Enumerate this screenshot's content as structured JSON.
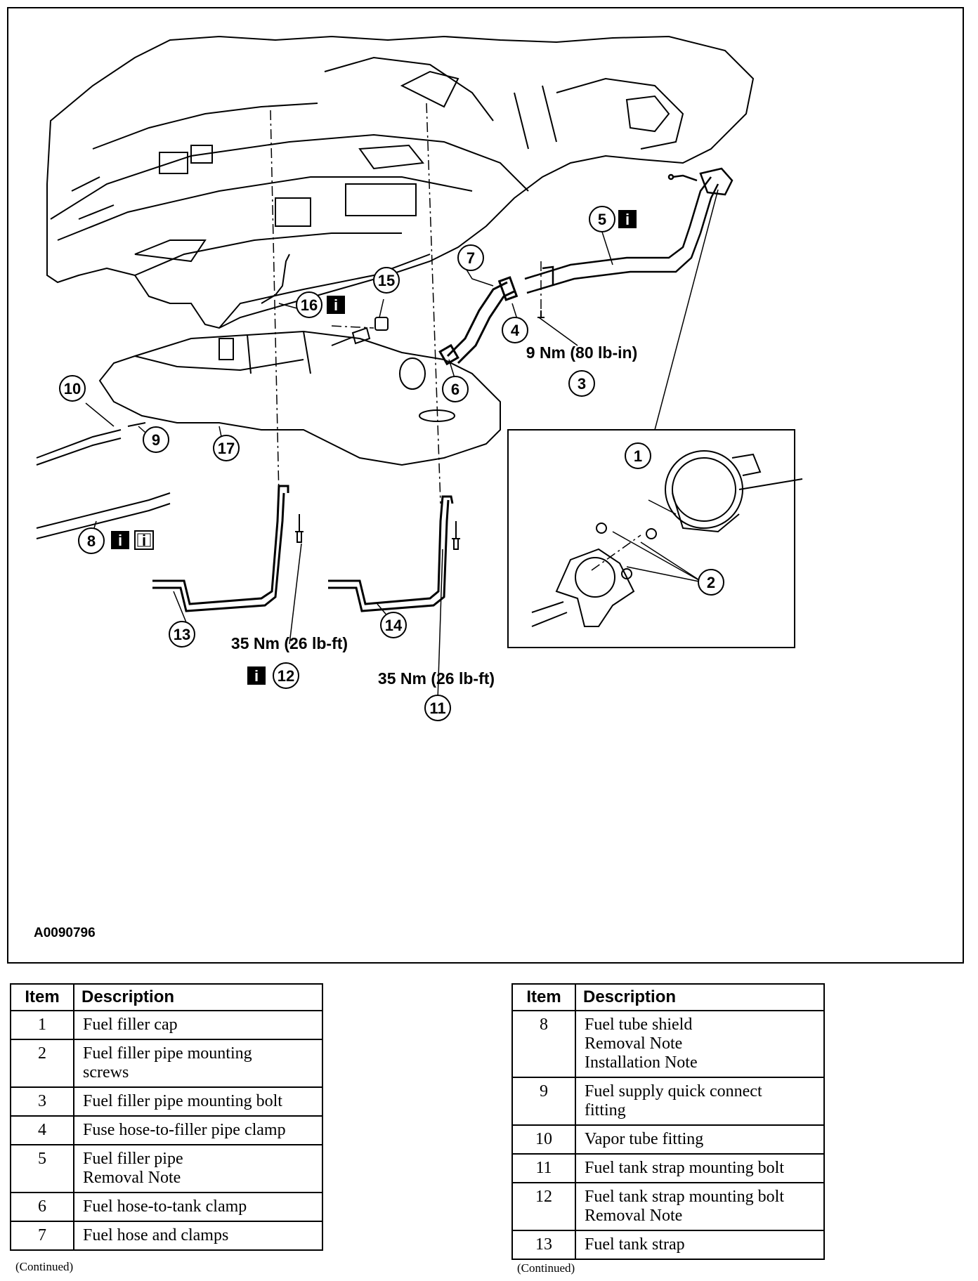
{
  "figure_id": "A0090796",
  "callouts": [
    "1",
    "2",
    "3",
    "4",
    "5",
    "6",
    "7",
    "8",
    "9",
    "10",
    "11",
    "12",
    "13",
    "14",
    "15",
    "16",
    "17"
  ],
  "torque_specs": {
    "bolt_3": "9 Nm (80 lb-in)",
    "bolt_12": "35 Nm (26 lb-ft)",
    "bolt_11": "35 Nm (26 lb-ft)"
  },
  "info_icon": "i",
  "table_left": {
    "headers": [
      "Item",
      "Description"
    ],
    "rows": [
      {
        "item": "1",
        "lines": [
          "Fuel filler cap"
        ]
      },
      {
        "item": "2",
        "lines": [
          "Fuel filler pipe mounting",
          "screws"
        ]
      },
      {
        "item": "3",
        "lines": [
          "Fuel filler pipe mounting bolt"
        ]
      },
      {
        "item": "4",
        "lines": [
          "Fuse hose-to-filler pipe clamp"
        ]
      },
      {
        "item": "5",
        "lines": [
          "Fuel filler pipe",
          "Removal Note"
        ]
      },
      {
        "item": "6",
        "lines": [
          "Fuel hose-to-tank clamp"
        ]
      },
      {
        "item": "7",
        "lines": [
          "Fuel hose and clamps"
        ]
      }
    ],
    "continued": "(Continued)"
  },
  "table_right": {
    "headers": [
      "Item",
      "Description"
    ],
    "rows": [
      {
        "item": "8",
        "lines": [
          "Fuel tube shield",
          "Removal Note",
          "Installation Note"
        ]
      },
      {
        "item": "9",
        "lines": [
          "Fuel supply quick connect",
          "fitting"
        ]
      },
      {
        "item": "10",
        "lines": [
          "Vapor tube fitting"
        ]
      },
      {
        "item": "11",
        "lines": [
          "Fuel tank strap mounting bolt"
        ]
      },
      {
        "item": "12",
        "lines": [
          "Fuel tank strap mounting bolt",
          "Removal Note"
        ]
      },
      {
        "item": "13",
        "lines": [
          "Fuel tank strap"
        ]
      }
    ],
    "continued": "(Continued)"
  }
}
